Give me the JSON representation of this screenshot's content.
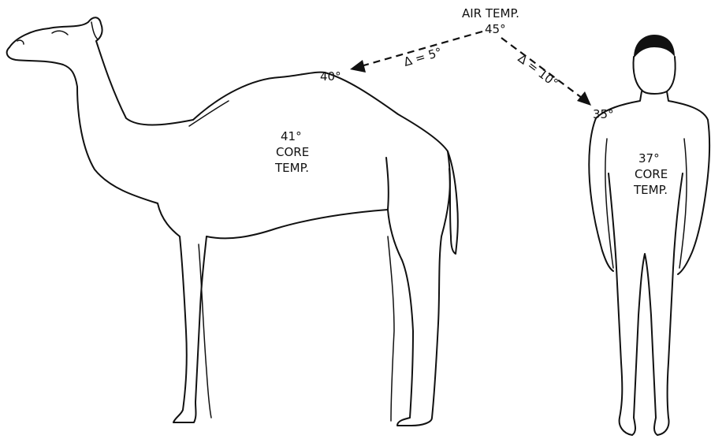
{
  "air": {
    "label": "AIR TEMP.",
    "value": "45°"
  },
  "camel": {
    "surface_temp": "40°",
    "core_value": "41°",
    "core_line1": "CORE",
    "core_line2": "TEMP."
  },
  "human": {
    "surface_temp": "35°",
    "core_value": "37°",
    "core_line1": "CORE",
    "core_line2": "TEMP."
  },
  "deltas": {
    "camel": "Δ = 5°",
    "human": "Δ = 10°"
  },
  "colors": {
    "ink": "#111111",
    "paper": "#ffffff"
  }
}
